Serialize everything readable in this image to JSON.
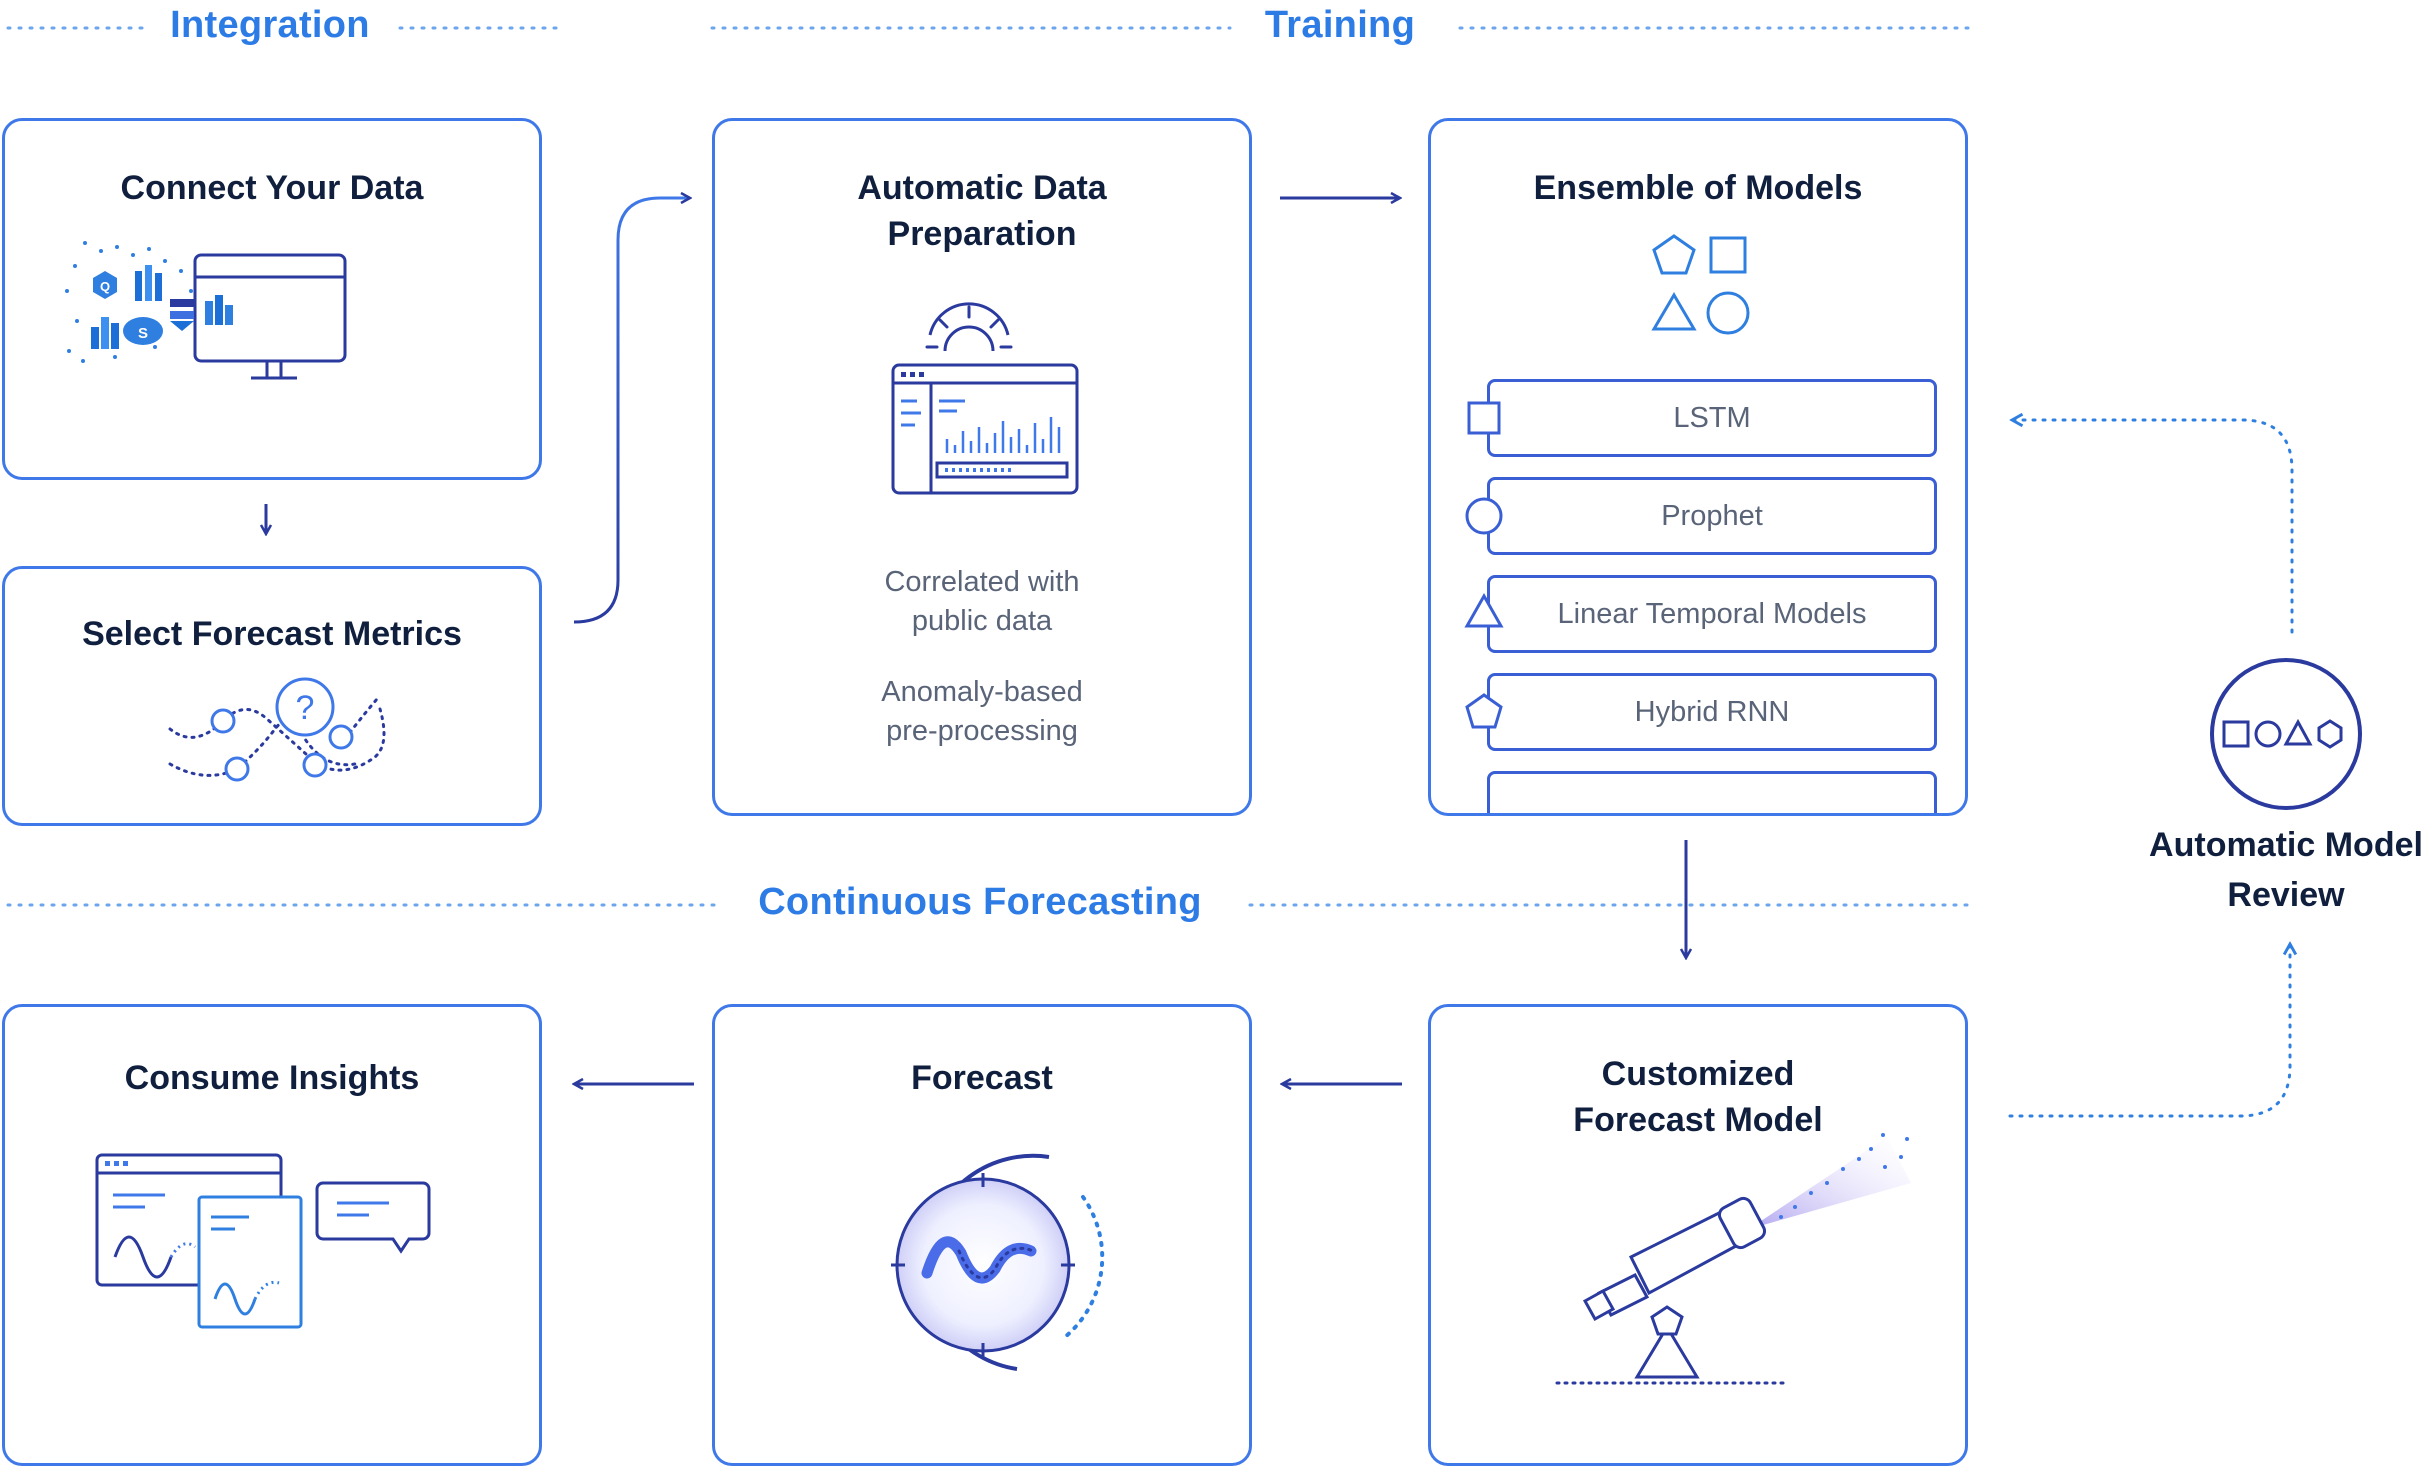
{
  "sections": {
    "integration": "Integration",
    "training": "Training",
    "continuous": "Continuous Forecasting"
  },
  "cards": {
    "connect": {
      "title": "Connect Your Data"
    },
    "select": {
      "title": "Select Forecast Metrics"
    },
    "prep": {
      "title": "Automatic  Data\nPreparation",
      "text1": "Correlated with\npublic data",
      "text2": "Anomaly-based\n pre-processing"
    },
    "ensemble": {
      "title": "Ensemble of Models",
      "models": [
        "LSTM",
        "Prophet",
        "Linear Temporal Models",
        "Hybrid RNN"
      ]
    },
    "consume": {
      "title": "Consume Insights"
    },
    "forecast": {
      "title": "Forecast"
    },
    "custom": {
      "title": "Customized\nForecast Model"
    }
  },
  "review": {
    "label": "Automatic Model\nReview"
  },
  "icons": {
    "data_sources": "data-sources-icon",
    "metrics": "metrics-chart-icon",
    "data_prep": "dashboard-gear-icon",
    "shapes": "model-shapes-icon",
    "insights": "insights-documents-icon",
    "forecast": "forecast-wave-icon",
    "telescope": "telescope-icon",
    "review": "review-shapes-icon"
  },
  "colors": {
    "accent": "#2d7be5",
    "border": "#3f78e8",
    "dark_blue": "#2a3a9e",
    "title_text": "#0f1f3d",
    "body_text": "#5a6478"
  }
}
